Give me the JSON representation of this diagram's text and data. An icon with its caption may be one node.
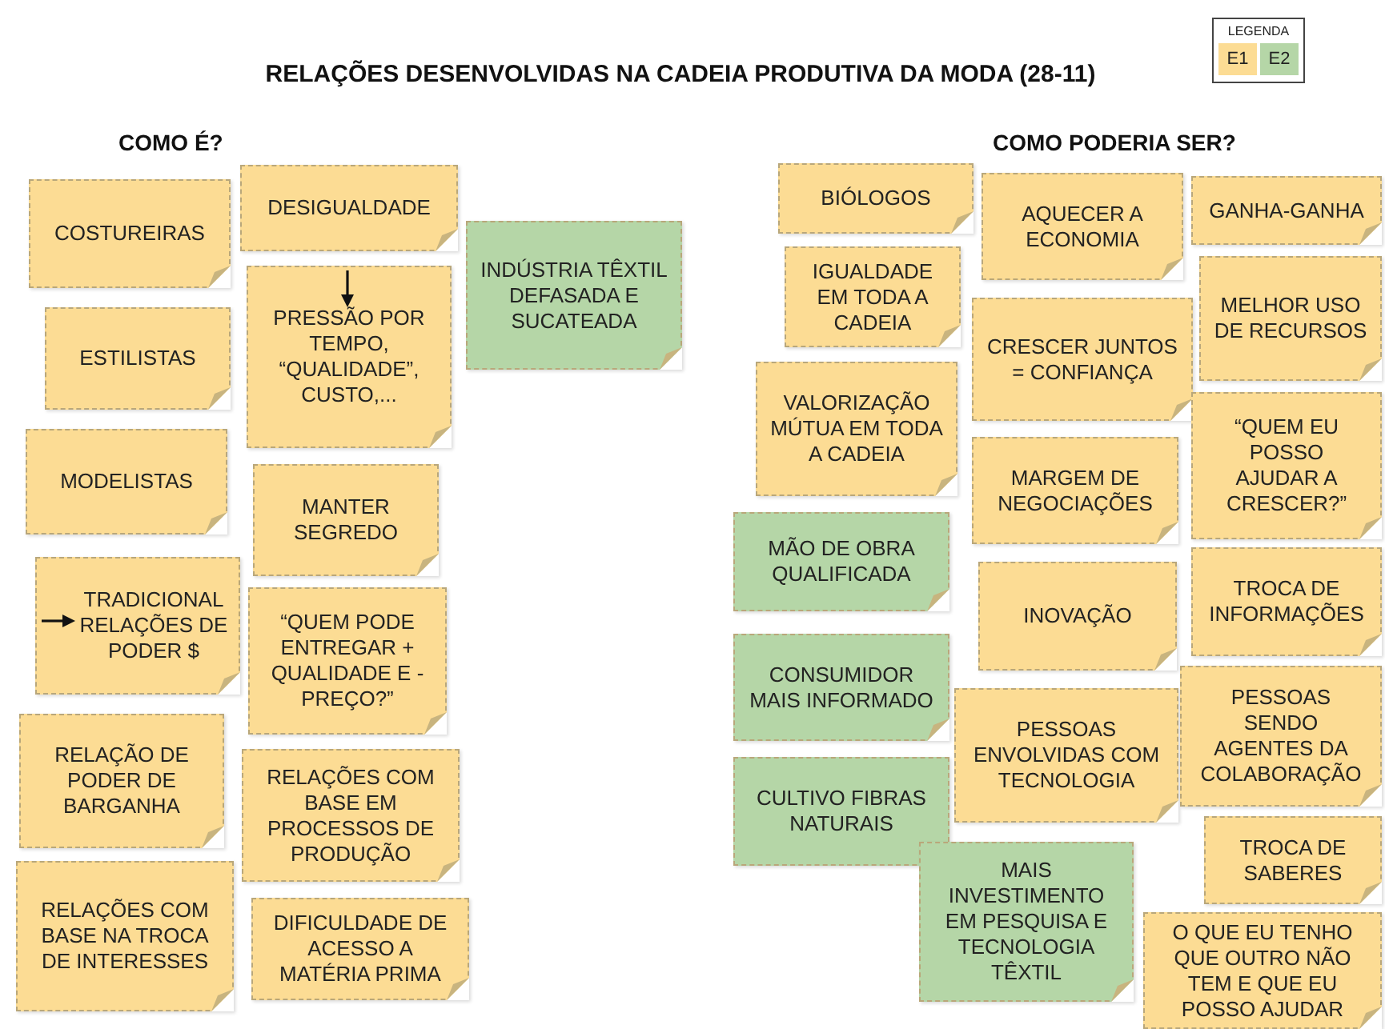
{
  "diagram": {
    "title": "RELAÇÕES DESENVOLVIDAS NA CADEIA PRODUTIVA DA MODA (28-11)",
    "nodes": [
      {
        "text": [
          "COSTUREIRAS"
        ]
      },
      {
        "text": [
          "ESTILISTAS"
        ]
      },
      {
        "text": [
          "MODELISTAS"
        ]
      },
      {
        "text": [
          "TRADICIONAL RELAÇÕES DE PODER $"
        ]
      },
      {
        "text": [
          "RELAÇÃO DE PODER DE BARGANHA"
        ]
      },
      {
        "text": [
          "RELAÇÕES COM BASE NA TROCA DE INTERESSES"
        ]
      },
      {
        "text": [
          "DESIGUALDADE"
        ]
      },
      {
        "text": [
          "PRESSÃO POR TEMPO, “QUALIDADE”, CUSTO,..."
        ]
      },
      {
        "text": [
          "MANTER SEGREDO"
        ]
      },
      {
        "text": [
          "“QUEM PODE ENTREGAR + QUALIDADE E - PREÇO?”"
        ]
      },
      {
        "text": [
          "RELAÇÕES COM BASE EM PROCESSOS DE PRODUÇÃO"
        ]
      },
      {
        "text": [
          "DIFICULDADE DE ACESSO A MATÉRIA PRIMA"
        ]
      },
      {
        "text": [
          "INDÚSTRIA TÊXTIL DEFASADA E SUCATEADA"
        ]
      },
      {
        "text": [
          "BIÓLOGOS"
        ]
      },
      {
        "text": [
          "IGUALDADE EM TODA A CADEIA"
        ]
      },
      {
        "text": [
          "VALORIZAÇÃO MÚTUA EM TODA A CADEIA"
        ]
      },
      {
        "text": [
          "MÃO DE OBRA QUALIFICADA"
        ]
      },
      {
        "text": [
          "CONSUMIDOR MAIS INFORMADO"
        ]
      },
      {
        "text": [
          "CULTIVO FIBRAS NATURAIS"
        ]
      },
      {
        "text": [
          "MAIS INVESTIMENTO EM PESQUISA E TECNOLOGIA TÊXTIL"
        ]
      },
      {
        "text": [
          "AQUECER A ECONOMIA"
        ]
      },
      {
        "text": [
          "CRESCER JUNTOS = CONFIANÇA"
        ]
      },
      {
        "text": [
          "MARGEM DE NEGOCIAÇÕES"
        ]
      },
      {
        "text": [
          "INOVAÇÃO"
        ]
      },
      {
        "text": [
          "PESSOAS ENVOLVIDAS COM TECNOLOGIA"
        ]
      },
      {
        "text": [
          "GANHA-GANHA"
        ]
      },
      {
        "text": [
          "MELHOR USO DE RECURSOS"
        ]
      },
      {
        "text": [
          "“QUEM EU POSSO AJUDAR A CRESCER?”"
        ]
      },
      {
        "text": [
          "TROCA DE INFORMAÇÕES"
        ]
      },
      {
        "text": [
          "PESSOAS SENDO AGENTES DA COLABORAÇÃO"
        ]
      },
      {
        "text": [
          "TROCA DE SABERES"
        ]
      },
      {
        "text": [
          "O QUE EU TENHO QUE OUTRO NÃO TEM E QUE EU POSSO AJUDAR"
        ]
      }
    ],
    "labels": [
      "COMO É?",
      "COMO PODERIA SER?",
      "LEGENDA"
    ],
    "legend": [
      {
        "text": "E1",
        "color": "#fcdc94"
      },
      {
        "text": "E2",
        "color": "#b5d6a7"
      }
    ]
  }
}
